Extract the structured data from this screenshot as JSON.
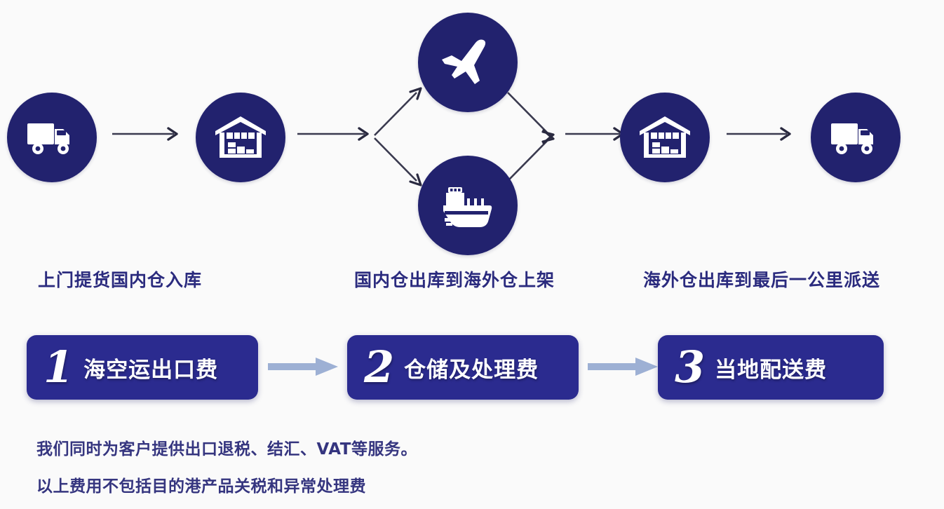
{
  "theme": {
    "background": "#fafafa",
    "circle_fill": "#22226e",
    "box_fill": "#2b2b8f",
    "icon_color": "#ffffff",
    "caption_color": "#2b2b7e",
    "footnote_color": "#35357f",
    "thin_arrow_color": "#3a3a4f",
    "fat_arrow_color": "#9db0d4"
  },
  "flow": {
    "nodes": [
      {
        "id": "pickup-truck",
        "icon": "truck-icon",
        "label": "truck"
      },
      {
        "id": "domestic-warehouse",
        "icon": "warehouse-icon",
        "label": "warehouse"
      },
      {
        "id": "air-freight",
        "icon": "airplane-icon",
        "label": "airplane"
      },
      {
        "id": "sea-freight",
        "icon": "ship-icon",
        "label": "ship"
      },
      {
        "id": "overseas-warehouse",
        "icon": "warehouse-icon",
        "label": "warehouse"
      },
      {
        "id": "last-mile-truck",
        "icon": "truck-icon",
        "label": "truck"
      }
    ],
    "captions": [
      {
        "id": "stage-1",
        "text": "上门提货国内仓入库"
      },
      {
        "id": "stage-2",
        "text": "国内仓出库到海外仓上架"
      },
      {
        "id": "stage-3",
        "text": "海外仓出库到最后一公里派送"
      }
    ]
  },
  "fees": [
    {
      "number": "1",
      "label": "海空运出口费"
    },
    {
      "number": "2",
      "label": "仓储及处理费"
    },
    {
      "number": "3",
      "label": "当地配送费"
    }
  ],
  "footnotes": [
    {
      "id": "footnote-services",
      "text": "我们同时为客户提供出口退税、结汇、VAT等服务。"
    },
    {
      "id": "footnote-exclusions",
      "text": "以上费用不包括目的港产品关税和异常处理费"
    }
  ]
}
